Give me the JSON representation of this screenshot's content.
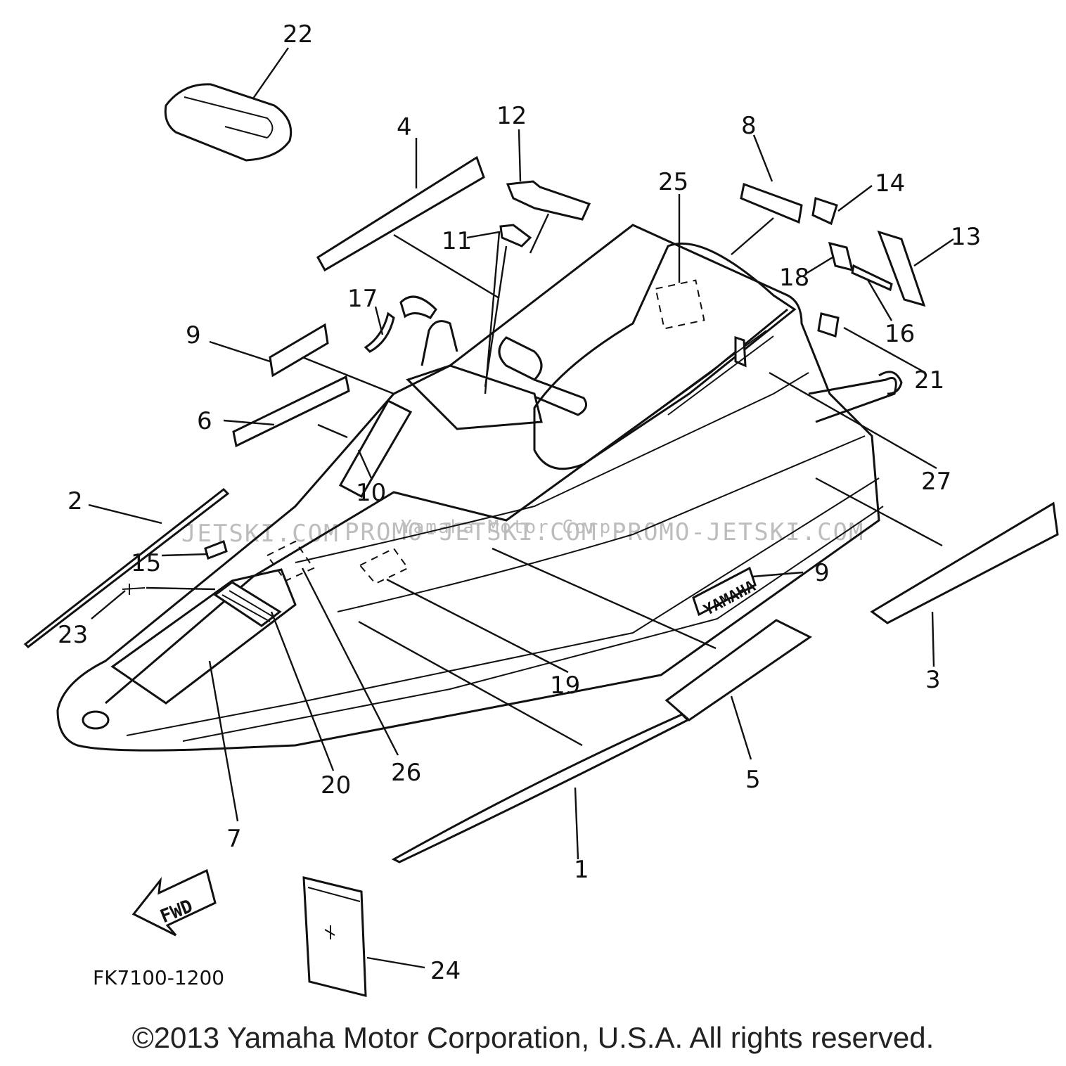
{
  "diagram": {
    "part_code": "FK7100-1200",
    "watermark_left": "JETSKI.COM",
    "watermark_mid": "Yamaha Motor Corp.",
    "watermark_right": "PROMO-JETSKI.COM",
    "fwd_label": "FWD",
    "decal_label": "YAMAHA",
    "callouts": {
      "c1": "1",
      "c2": "2",
      "c3": "3",
      "c4": "4",
      "c5": "5",
      "c6": "6",
      "c7": "7",
      "c8": "8",
      "c9a": "9",
      "c9b": "9",
      "c10": "10",
      "c11": "11",
      "c12": "12",
      "c13": "13",
      "c14": "14",
      "c15": "15",
      "c16": "16",
      "c17": "17",
      "c18": "18",
      "c19": "19",
      "c20": "20",
      "c21": "21",
      "c22": "22",
      "c23": "23",
      "c24": "24",
      "c25": "25",
      "c26": "26",
      "c27": "27"
    }
  },
  "footer": {
    "copyright": "©2013 Yamaha Motor Corporation, U.S.A. All rights reserved."
  }
}
